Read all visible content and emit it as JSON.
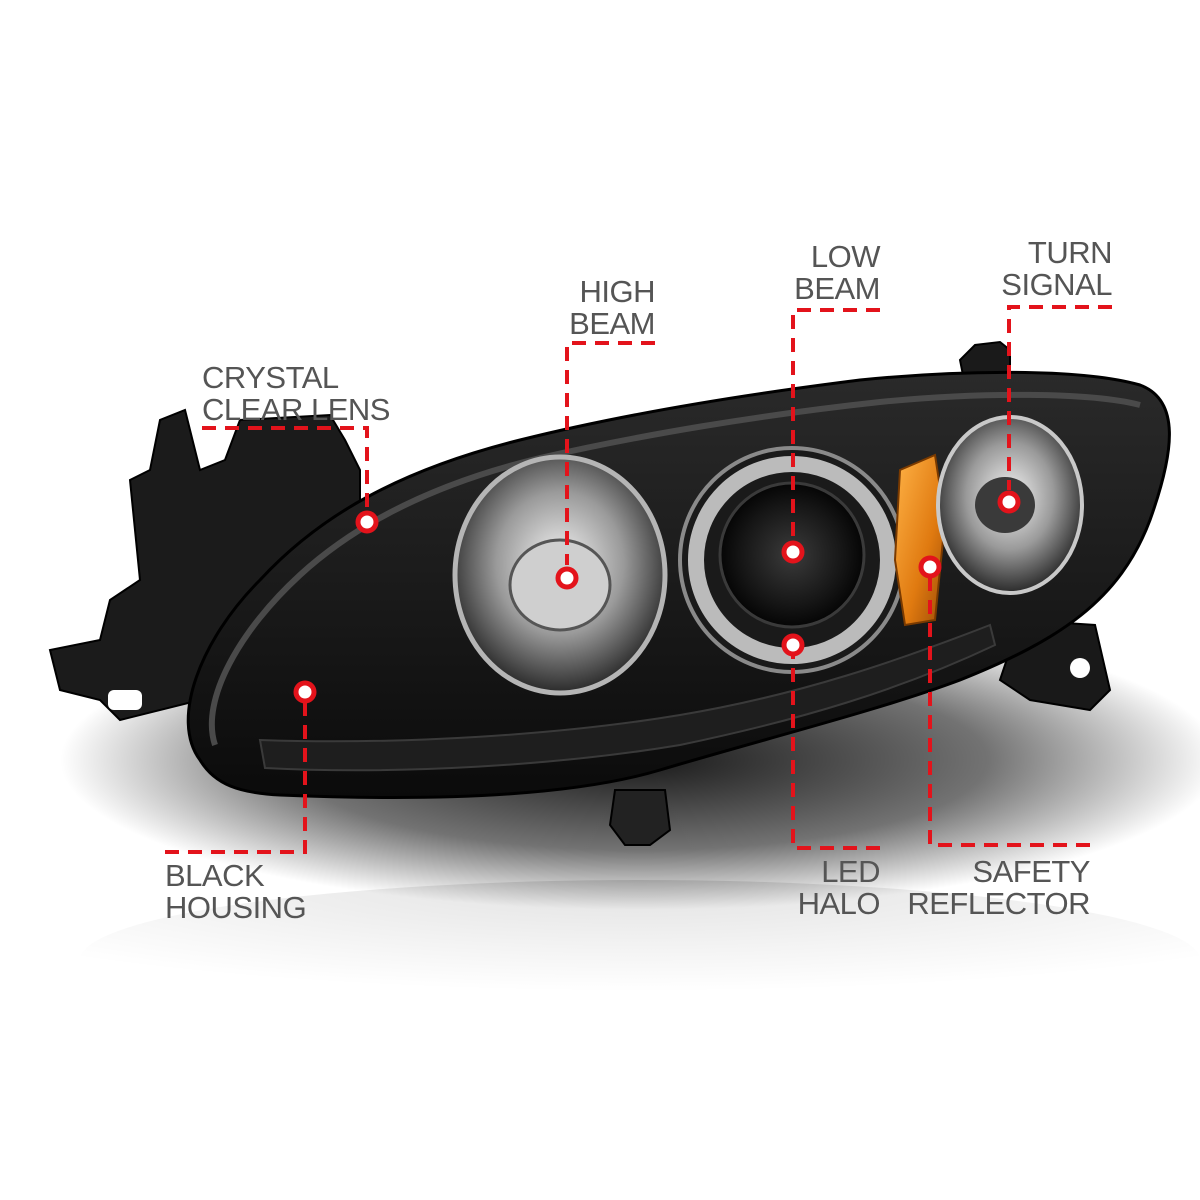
{
  "product": {
    "subject": "Black housing projector headlight with LED halo",
    "background_color": "#ffffff",
    "accent_color": "#e3131b",
    "label_color": "#555555"
  },
  "callouts": [
    {
      "id": "crystal-clear-lens",
      "lines": [
        "CRYSTAL",
        "CLEAR LENS"
      ]
    },
    {
      "id": "high-beam",
      "lines": [
        "HIGH",
        "BEAM"
      ]
    },
    {
      "id": "low-beam",
      "lines": [
        "LOW",
        "BEAM"
      ]
    },
    {
      "id": "turn-signal",
      "lines": [
        "TURN",
        "SIGNAL"
      ]
    },
    {
      "id": "black-housing",
      "lines": [
        "BLACK",
        "HOUSING"
      ]
    },
    {
      "id": "led-halo",
      "lines": [
        "LED",
        "HALO"
      ]
    },
    {
      "id": "safety-reflector",
      "lines": [
        "SAFETY",
        "REFLECTOR"
      ]
    }
  ]
}
